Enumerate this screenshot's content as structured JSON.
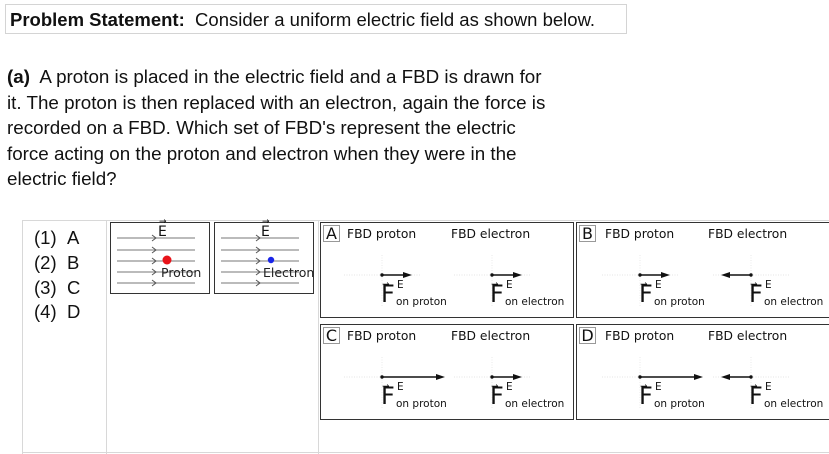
{
  "problem": {
    "label": "Problem Statement:",
    "text": "Consider a uniform electric field as shown below."
  },
  "question": {
    "label": "(a)",
    "text": "A proton is placed in the electric field and a FBD is drawn for it.  The proton is then replaced with an electron, again the force is recorded on a FBD.  Which set of FBD's represent the electric force acting on the proton and electron when they were in the electric field?"
  },
  "options": [
    {
      "num": "(1)",
      "letter": "A"
    },
    {
      "num": "(2)",
      "letter": "B"
    },
    {
      "num": "(3)",
      "letter": "C"
    },
    {
      "num": "(4)",
      "letter": "D"
    }
  ],
  "field_diagrams": [
    {
      "field_symbol": "E",
      "particle": "Proton",
      "particle_color": "#e8141a",
      "field_direction": "right"
    },
    {
      "field_symbol": "E",
      "particle": "Electron",
      "particle_color": "#1a25e8",
      "field_direction": "right"
    }
  ],
  "panels": [
    {
      "letter": "A",
      "left_title": "FBD proton",
      "right_title": "FBD electron",
      "proton_force": {
        "direction": "right",
        "relative_length": 1
      },
      "electron_force": {
        "direction": "right",
        "relative_length": 1
      }
    },
    {
      "letter": "B",
      "left_title": "FBD proton",
      "right_title": "FBD electron",
      "proton_force": {
        "direction": "right",
        "relative_length": 1
      },
      "electron_force": {
        "direction": "left",
        "relative_length": 1
      }
    },
    {
      "letter": "C",
      "left_title": "FBD proton",
      "right_title": "FBD electron",
      "proton_force": {
        "direction": "right",
        "relative_length": 2
      },
      "electron_force": {
        "direction": "right",
        "relative_length": 1
      }
    },
    {
      "letter": "D",
      "left_title": "FBD proton",
      "right_title": "FBD electron",
      "proton_force": {
        "direction": "right",
        "relative_length": 2
      },
      "electron_force": {
        "direction": "left",
        "relative_length": 1
      }
    }
  ],
  "force_label": {
    "symbol": "F",
    "superscript": "E",
    "sub_proton": "on proton",
    "sub_electron": "on electron"
  }
}
